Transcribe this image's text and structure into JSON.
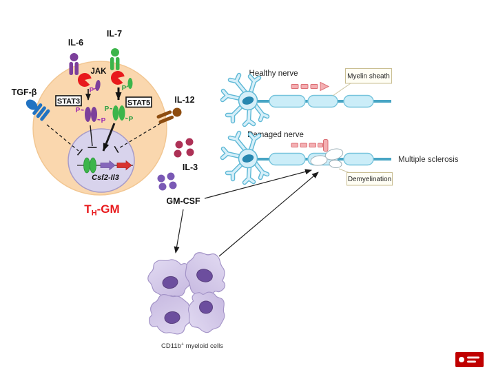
{
  "colors": {
    "cell_body": "#FAD7AE",
    "cell_nucleus": "#D8D3EC",
    "il6_purple": "#7C3F9B",
    "il7_green": "#3CB54A",
    "jak_red": "#E8191C",
    "tgfb_blue": "#2173C2",
    "il12_brown": "#8E4D10",
    "il3_dots": "#AD3156",
    "gmcsf_dots": "#7A59B5",
    "thgm_label_red": "#E8191C",
    "nerve_blue": "#CBEDF8",
    "myeloid_purple": "#D5CBEA",
    "signal_pink": "#F3AFB2"
  },
  "pathway": {
    "il6": "IL-6",
    "il7": "IL-7",
    "jak": "JAK",
    "stat3": "STAT3",
    "stat5": "STAT5",
    "tgfb": "TGF-β",
    "il12": "IL-12",
    "p": "P",
    "gene": "Csf2-Il3",
    "cell_name_t": "T",
    "cell_name_sub": "H",
    "cell_name_rest": "-GM"
  },
  "secreted": {
    "il3": "IL-3",
    "gmcsf": "GM-CSF"
  },
  "nerves": {
    "healthy_title": "Healthy nerve",
    "damaged_title": "Damaged nerve",
    "myelin_callout": "Myelin sheath",
    "demyelination_callout": "Demyelination",
    "disease_label": "Multiple sclerosis"
  },
  "myeloid": {
    "name": "CD11b",
    "sup": "+",
    "rest": " myeloid cells"
  }
}
